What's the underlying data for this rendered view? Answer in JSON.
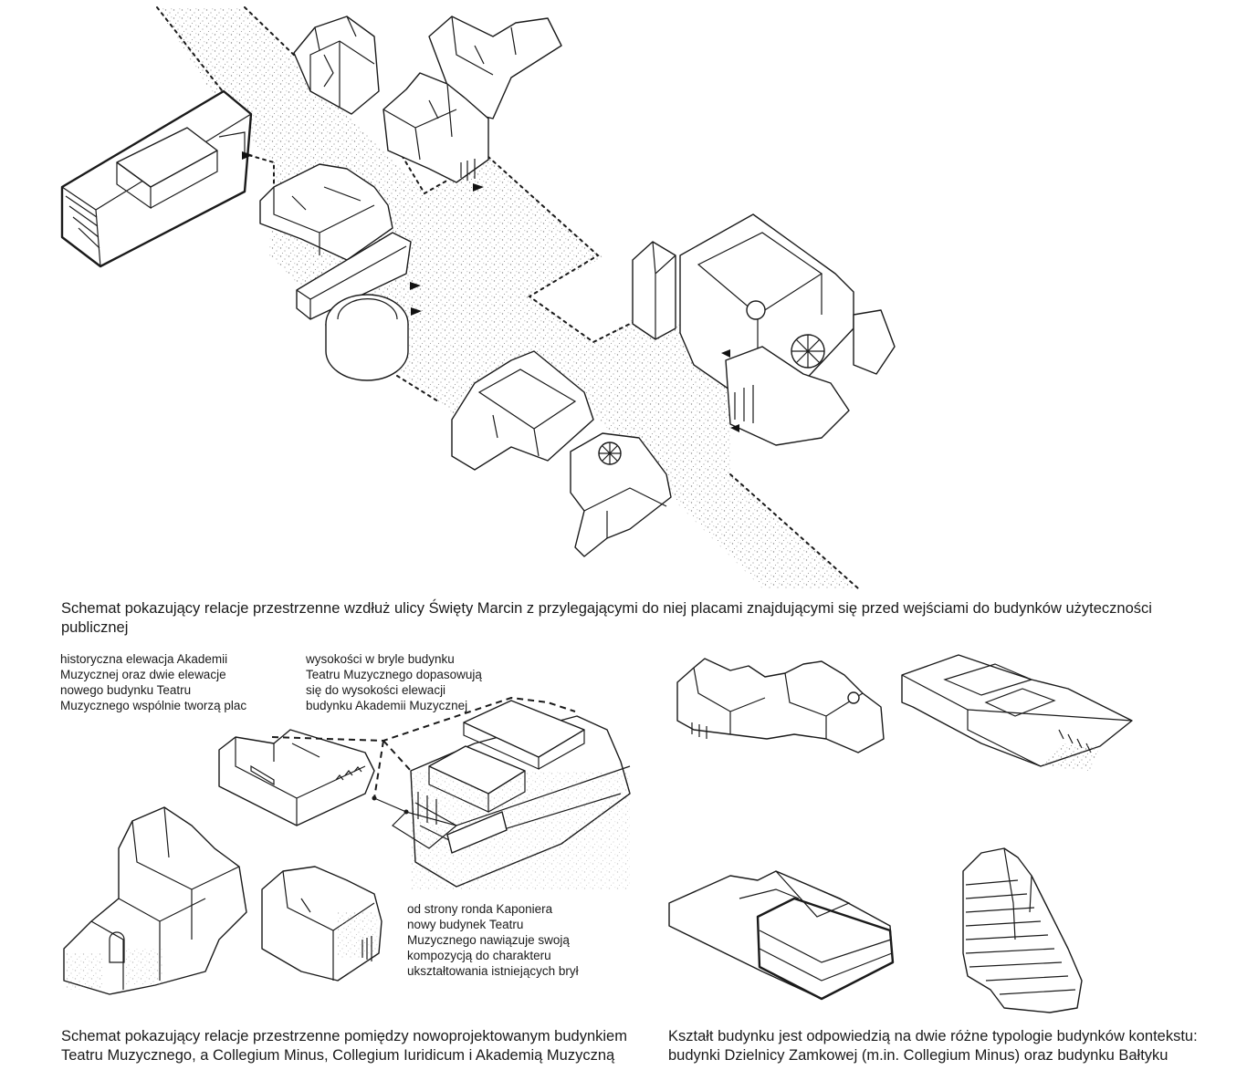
{
  "captions": {
    "top": "Schemat pokazujący relacje przestrzenne wzdłuż ulicy Święty Marcin z przylegającymi do niej placami znajdującymi się przed wejściami do budynków użyteczności publicznej",
    "bottom_left": "Schemat pokazujący relacje przestrzenne pomiędzy nowoprojektowanym budynkiem\nTeatru Muzycznego, a Collegium Minus, Collegium Iuridicum i Akademią Muzyczną",
    "bottom_right": "Kształt budynku jest odpowiedzią na dwie różne typologie budynków kontekstu:\nbudynki Dzielnicy Zamkowej (m.in. Collegium Minus) oraz budynku Bałtyku"
  },
  "notes": {
    "facade": "historyczna elewacja Akademii\nMuzycznej oraz dwie elewacje\nnowego budynku Teatru\nMuzycznego wspólnie tworzą plac",
    "heights": "wysokości w bryle budynku\nTeatru Muzycznego dopasowują\nsię do wysokości elewacji\nbudynku Akademii Muzycznej",
    "kaponiera": "od strony ronda Kaponiera\nnowy budynek Teatru\nMuzycznego nawiązuje swoją\nkompozycją do charakteru\nukształtowania istniejących brył"
  },
  "colors": {
    "ink": "#1a1a1a",
    "paper": "#ffffff",
    "stipple": "#8a8a8a"
  }
}
